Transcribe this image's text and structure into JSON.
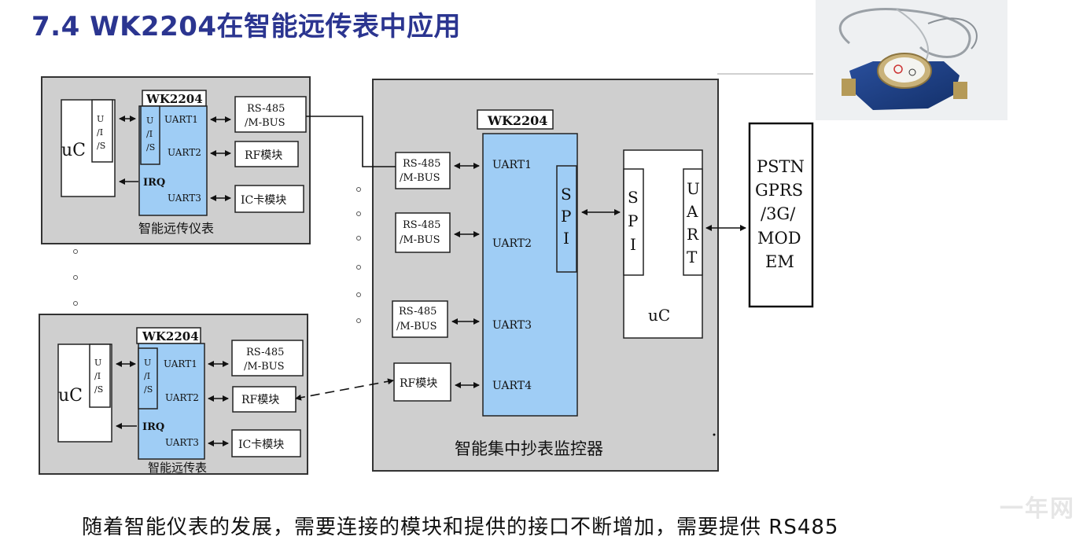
{
  "title": "7.4 WK2204在智能远传表中应用",
  "meter1": {
    "chip": "WK2204",
    "uc": "uC",
    "uis_left": [
      "U",
      "/I",
      "/S"
    ],
    "uis_chip": [
      "U",
      "/I",
      "/S"
    ],
    "uart1": "UART1",
    "uart2": "UART2",
    "uart3": "UART3",
    "irq": "IRQ",
    "rs485": [
      "RS-485",
      "/M-BUS"
    ],
    "rf": "RF模块",
    "ic": "IC卡模块",
    "caption": "智能远传仪表"
  },
  "meter2": {
    "chip": "WK2204",
    "uc": "uC",
    "uis_left": [
      "U",
      "/I",
      "/S"
    ],
    "uis_chip": [
      "U",
      "/I",
      "/S"
    ],
    "uart1": "UART1",
    "uart2": "UART2",
    "uart3": "UART3",
    "irq": "IRQ",
    "rs485": [
      "RS-485",
      "/M-BUS"
    ],
    "rf": "RF模块",
    "ic": "IC卡模块",
    "caption": "智能远传表"
  },
  "controller": {
    "chip": "WK2204",
    "ports": [
      {
        "module": [
          "RS-485",
          "/M-BUS"
        ],
        "uart": "UART1"
      },
      {
        "module": [
          "RS-485",
          "/M-BUS"
        ],
        "uart": "UART2"
      },
      {
        "module": [
          "RS-485",
          "/M-BUS"
        ],
        "uart": "UART3"
      },
      {
        "module": [
          "RF模块"
        ],
        "uart": "UART4"
      }
    ],
    "spi_chip": [
      "S",
      "P",
      "I"
    ],
    "spi_uc": [
      "S",
      "P",
      "I"
    ],
    "uart_uc": [
      "U",
      "A",
      "R",
      "T"
    ],
    "uc": "uC",
    "caption": "智能集中抄表监控器"
  },
  "modem": [
    "PSTN",
    "GPRS",
    "/3G/",
    "MOD",
    "EM"
  ],
  "bottom_text": "随着智能仪表的发展，需要连接的模块和提供的接口不断增加，需要提供 RS485",
  "watermark": "一年网"
}
